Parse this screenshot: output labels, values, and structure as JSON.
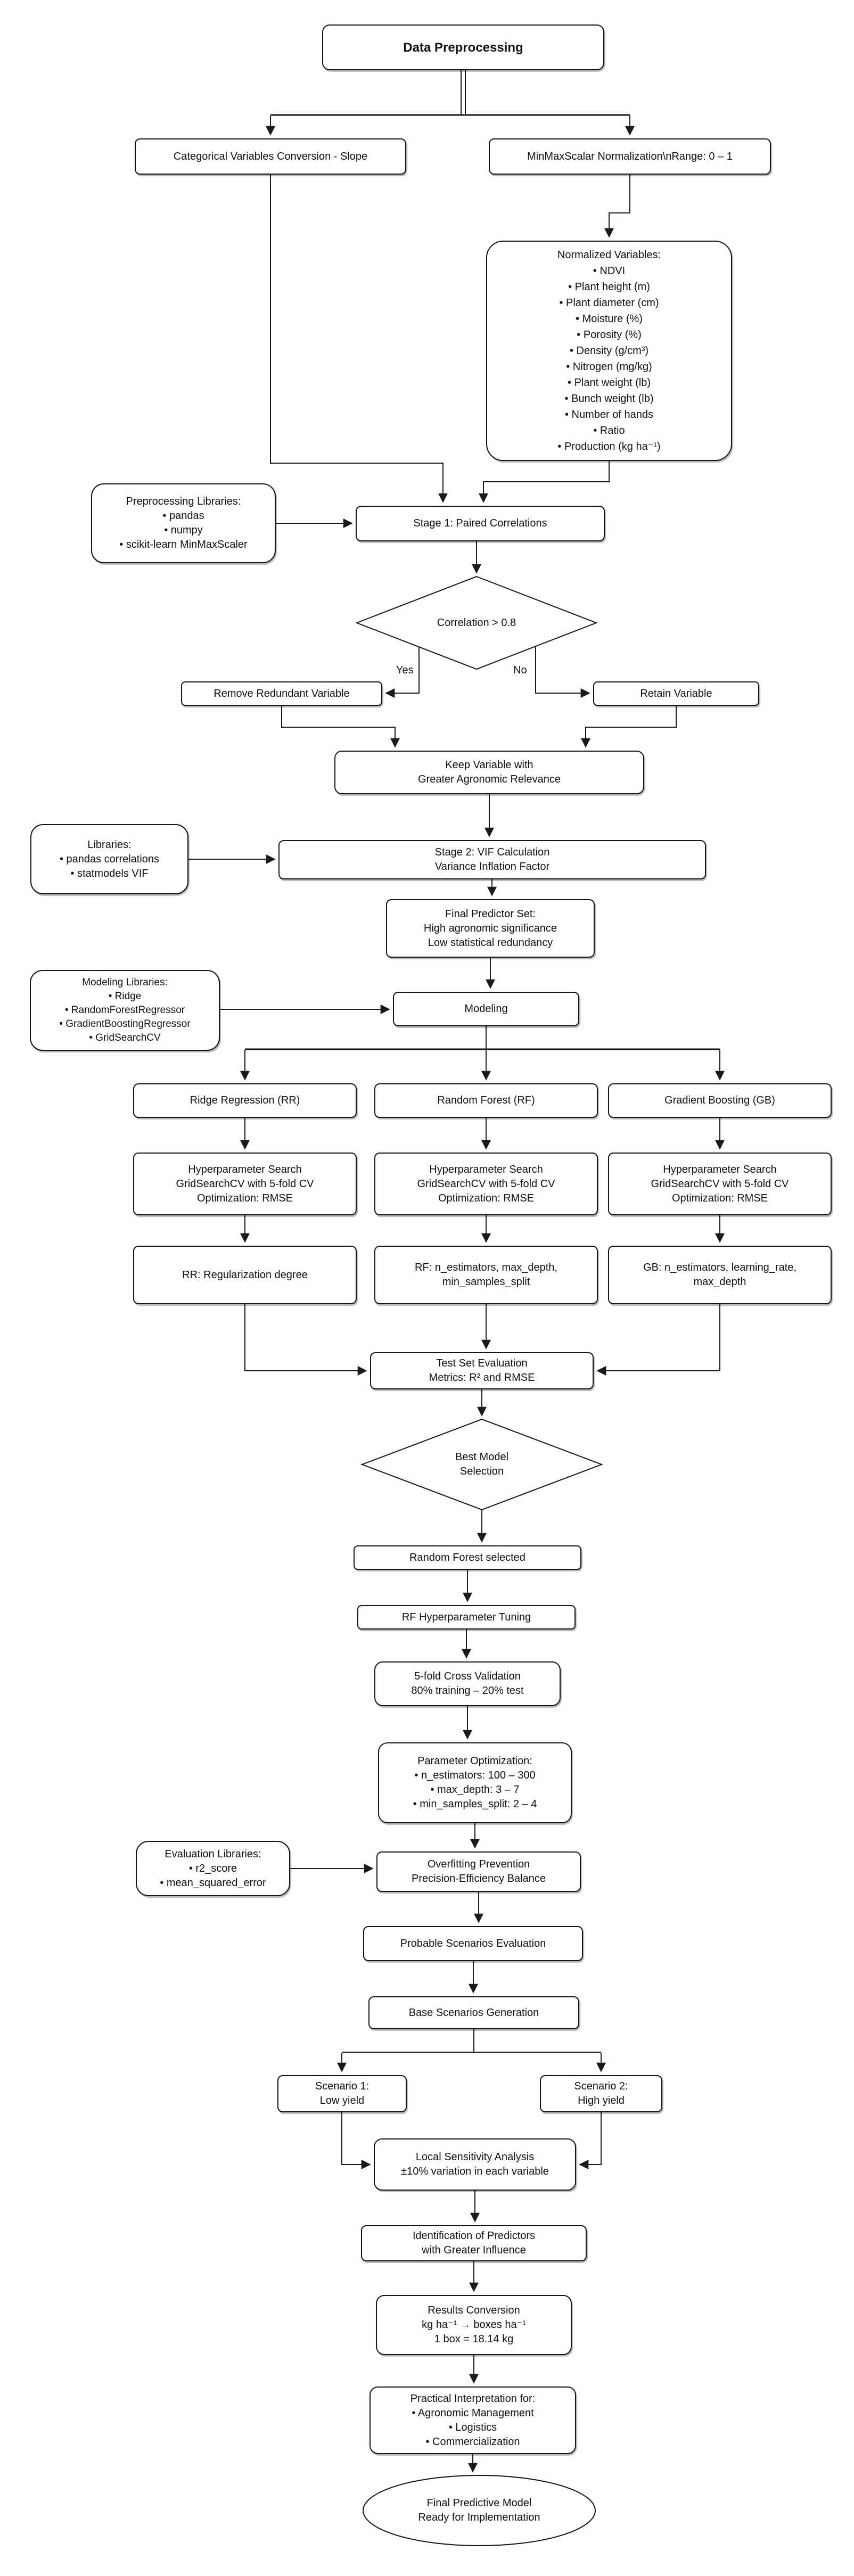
{
  "colors": {
    "line": "#1a1a1a",
    "node_border": "#151515",
    "background": "#ffffff",
    "text": "#111111"
  },
  "nodes": {
    "title": {
      "lines": [
        "Data Preprocessing"
      ]
    },
    "categorical": {
      "lines": [
        "Categorical Variables Conversion - Slope"
      ]
    },
    "minmax": {
      "lines": [
        "MinMaxScalar Normalization\\nRange: 0 – 1"
      ]
    },
    "normalized": {
      "lines": [
        "Normalized Variables:",
        "• NDVI",
        "• Plant height (m)",
        "• Plant diameter (cm)",
        "• Moisture (%)",
        "• Porosity (%)",
        "• Density (g/cm³)",
        "• Nitrogen (mg/kg)",
        "• Plant weight (lb)",
        "• Bunch weight (lb)",
        "• Number of hands",
        "• Ratio",
        "• Production (kg ha⁻¹)"
      ]
    },
    "preprocessing_libraries": {
      "lines": [
        "Preprocessing Libraries:",
        "• pandas",
        "• numpy",
        "• scikit-learn MinMaxScaler"
      ]
    },
    "stage1": {
      "lines": [
        "Stage 1: Paired Correlations"
      ]
    },
    "correlation_decision": {
      "lines": [
        "Correlation > 0.8"
      ]
    },
    "yes_label": "Yes",
    "no_label": "No",
    "remove_redundant": {
      "lines": [
        "Remove Redundant Variable"
      ]
    },
    "retain_variable": {
      "lines": [
        "Retain Variable"
      ]
    },
    "keep_variable": {
      "lines": [
        "Keep Variable with",
        "Greater Agronomic Relevance"
      ]
    },
    "vif_libraries": {
      "lines": [
        "Libraries:",
        "• pandas correlations",
        "• statmodels VIF"
      ]
    },
    "stage2": {
      "lines": [
        "Stage 2: VIF Calculation",
        "Variance Inflation Factor"
      ]
    },
    "final_predictor": {
      "lines": [
        "Final Predictor Set:",
        "High agronomic significance",
        "Low statistical redundancy"
      ]
    },
    "modeling_libraries": {
      "lines": [
        "Modeling Libraries:",
        "• Ridge",
        "• RandomForestRegressor",
        "• GradientBoostingRegressor",
        "• GridSearchCV"
      ]
    },
    "modeling": {
      "lines": [
        "Modeling"
      ]
    },
    "ridge": {
      "lines": [
        "Ridge Regression (RR)"
      ]
    },
    "random_forest": {
      "lines": [
        "Random Forest (RF)"
      ]
    },
    "gradient_boosting": {
      "lines": [
        "Gradient Boosting (GB)"
      ]
    },
    "hyperparam_rr": {
      "lines": [
        "Hyperparameter Search",
        "GridSearchCV with 5-fold CV",
        "Optimization: RMSE"
      ]
    },
    "hyperparam_rf": {
      "lines": [
        "Hyperparameter Search",
        "GridSearchCV with 5-fold CV",
        "Optimization: RMSE"
      ]
    },
    "hyperparam_gb": {
      "lines": [
        "Hyperparameter Search",
        "GridSearchCV with 5-fold CV",
        "Optimization: RMSE"
      ]
    },
    "params_rr": {
      "lines": [
        "RR: Regularization degree"
      ]
    },
    "params_rf": {
      "lines": [
        "RF: n_estimators, max_depth,",
        "min_samples_split"
      ]
    },
    "params_gb": {
      "lines": [
        "GB: n_estimators, learning_rate,",
        "max_depth"
      ]
    },
    "test_eval": {
      "lines": [
        "Test Set Evaluation",
        "Metrics: R² and RMSE"
      ]
    },
    "best_model_decision": {
      "lines": [
        "Best Model",
        "Selection"
      ]
    },
    "rf_selected": {
      "lines": [
        "Random Forest selected"
      ]
    },
    "rf_tuning": {
      "lines": [
        "RF Hyperparameter Tuning"
      ]
    },
    "cross_validation": {
      "lines": [
        "5-fold Cross Validation",
        "80% training – 20% test"
      ]
    },
    "param_optimization": {
      "lines": [
        "Parameter Optimization:",
        "• n_estimators: 100 – 300",
        "• max_depth: 3 – 7",
        "• min_samples_split: 2 – 4"
      ]
    },
    "evaluation_libraries": {
      "lines": [
        "Evaluation Libraries:",
        "• r2_score",
        "• mean_squared_error"
      ]
    },
    "overfitting": {
      "lines": [
        "Overfitting Prevention",
        "Precision-Efficiency Balance"
      ]
    },
    "probable_scenarios": {
      "lines": [
        "Probable Scenarios Evaluation"
      ]
    },
    "base_scenarios": {
      "lines": [
        "Base Scenarios Generation"
      ]
    },
    "scenario1": {
      "lines": [
        "Scenario 1:",
        "Low yield"
      ]
    },
    "scenario2": {
      "lines": [
        "Scenario 2:",
        "High yield"
      ]
    },
    "local_sensitivity": {
      "lines": [
        "Local Sensitivity Analysis",
        "±10% variation in each variable"
      ]
    },
    "identification": {
      "lines": [
        "Identification of Predictors",
        "with Greater Influence"
      ]
    },
    "results_conversion": {
      "lines": [
        "Results Conversion",
        "kg ha⁻¹ → boxes ha⁻¹",
        "1 box = 18.14 kg"
      ]
    },
    "practical": {
      "lines": [
        "Practical Interpretation for:",
        "• Agronomic Management",
        "• Logistics",
        "• Commercialization"
      ]
    },
    "final_model": {
      "lines": [
        "Final Predictive Model",
        "Ready for Implementation"
      ]
    }
  }
}
